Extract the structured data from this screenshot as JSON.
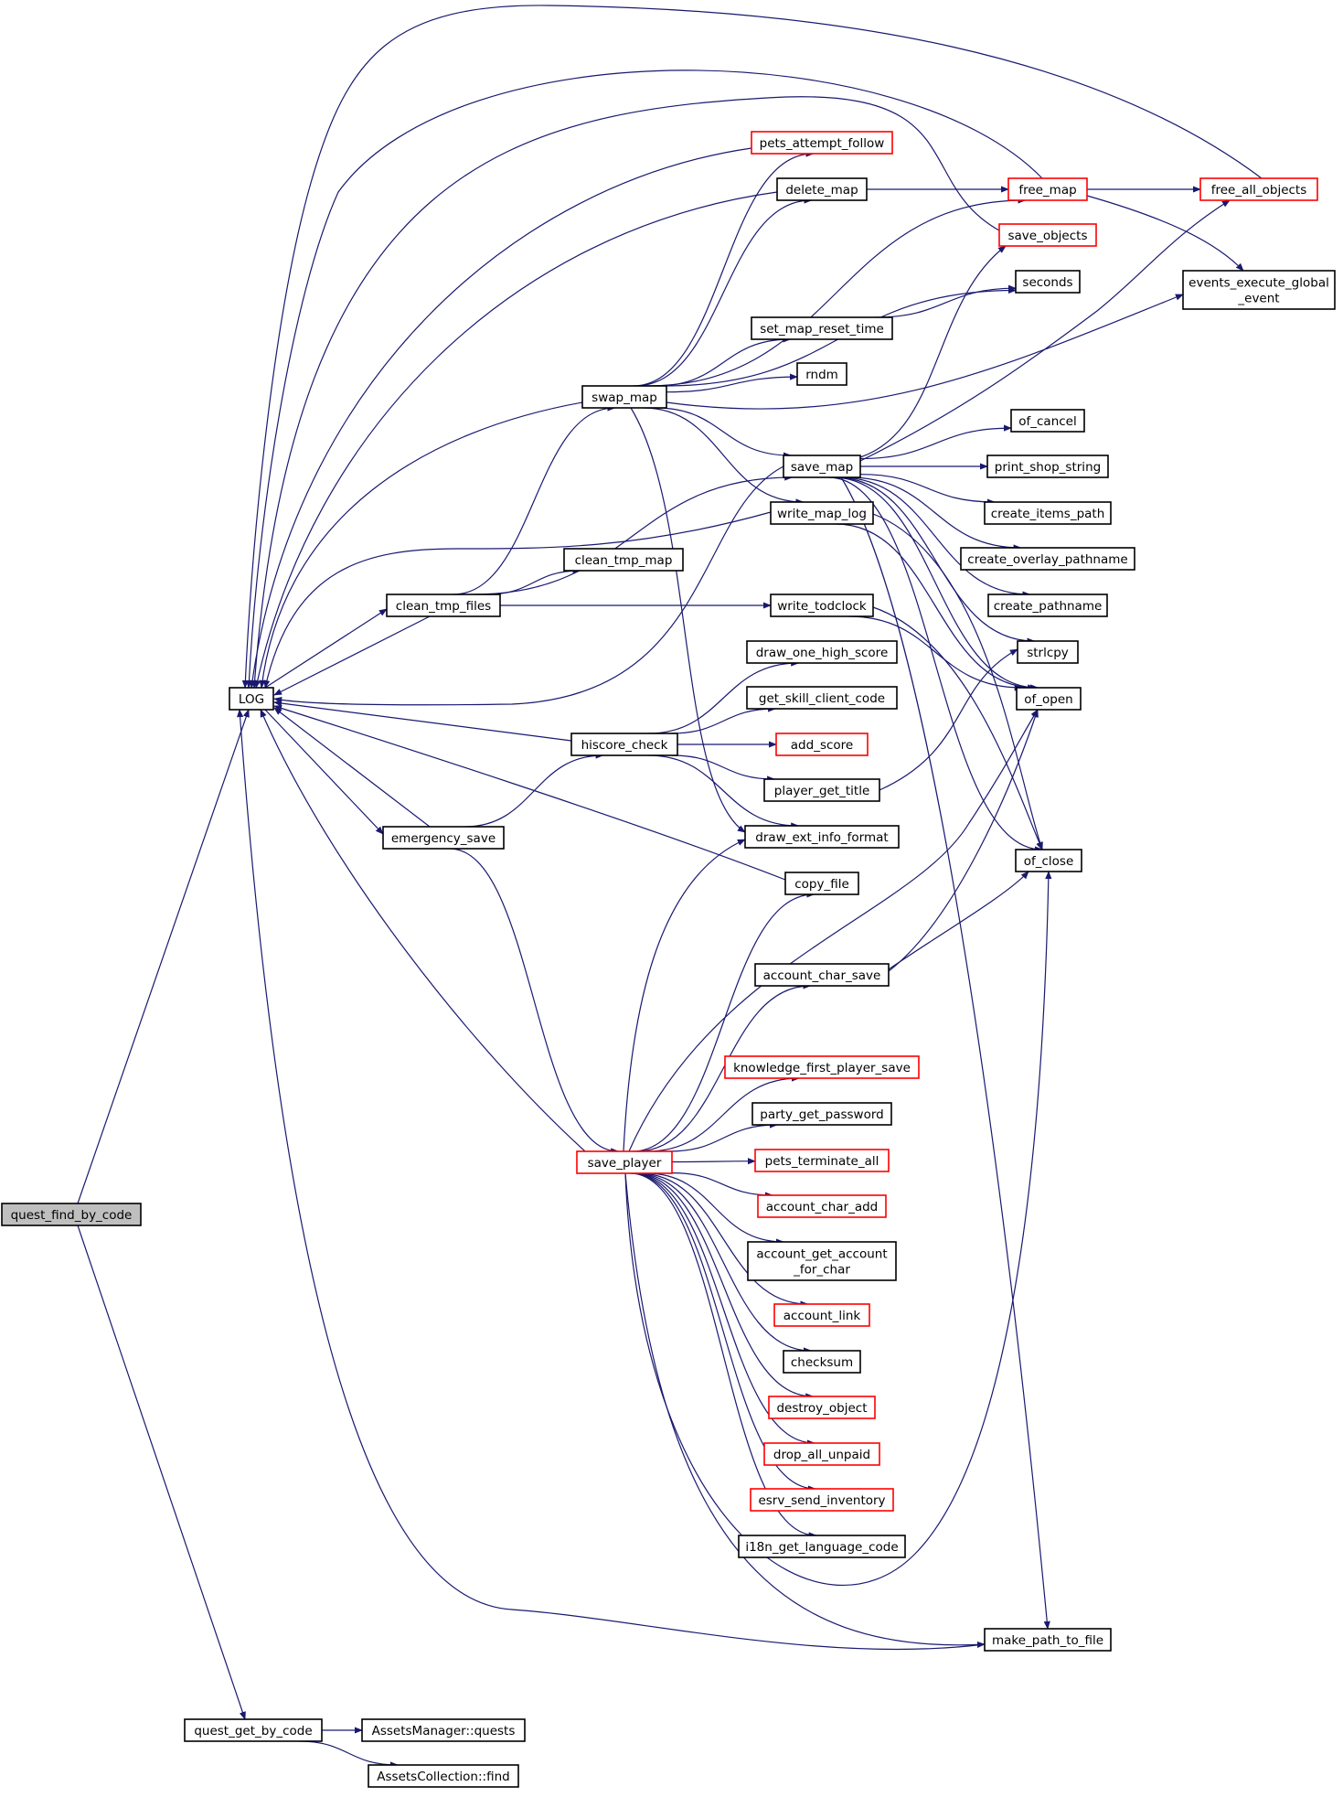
{
  "colors": {
    "edge": "#191970",
    "node_border": "#000000",
    "node_border_truncated": "#ff0000",
    "node_fill": "#ffffff",
    "root_fill": "#bfbfbf",
    "background": "#ffffff"
  },
  "nodes": [
    {
      "id": "quest_find_by_code",
      "lines": [
        "quest_find_by_code"
      ],
      "root": true
    },
    {
      "id": "LOG",
      "lines": [
        "LOG"
      ]
    },
    {
      "id": "quest_get_by_code",
      "lines": [
        "quest_get_by_code"
      ]
    },
    {
      "id": "AssetsManager_quests",
      "lines": [
        "AssetsManager::quests"
      ]
    },
    {
      "id": "AssetsCollection_find",
      "lines": [
        "AssetsCollection::find"
      ]
    },
    {
      "id": "clean_tmp_files",
      "lines": [
        "clean_tmp_files"
      ]
    },
    {
      "id": "emergency_save",
      "lines": [
        "emergency_save"
      ]
    },
    {
      "id": "swap_map",
      "lines": [
        "swap_map"
      ]
    },
    {
      "id": "clean_tmp_map",
      "lines": [
        "clean_tmp_map"
      ]
    },
    {
      "id": "hiscore_check",
      "lines": [
        "hiscore_check"
      ]
    },
    {
      "id": "save_player",
      "lines": [
        "save_player"
      ],
      "truncated": true
    },
    {
      "id": "pets_attempt_follow",
      "lines": [
        "pets_attempt_follow"
      ],
      "truncated": true
    },
    {
      "id": "delete_map",
      "lines": [
        "delete_map"
      ]
    },
    {
      "id": "set_map_reset_time",
      "lines": [
        "set_map_reset_time"
      ]
    },
    {
      "id": "rndm",
      "lines": [
        "rndm"
      ]
    },
    {
      "id": "save_map",
      "lines": [
        "save_map"
      ]
    },
    {
      "id": "write_map_log",
      "lines": [
        "write_map_log"
      ]
    },
    {
      "id": "write_todclock",
      "lines": [
        "write_todclock"
      ]
    },
    {
      "id": "draw_one_high_score",
      "lines": [
        "draw_one_high_score"
      ]
    },
    {
      "id": "get_skill_client_code",
      "lines": [
        "get_skill_client_code"
      ]
    },
    {
      "id": "add_score",
      "lines": [
        "add_score"
      ],
      "truncated": true
    },
    {
      "id": "player_get_title",
      "lines": [
        "player_get_title"
      ]
    },
    {
      "id": "draw_ext_info_format",
      "lines": [
        "draw_ext_info_format"
      ]
    },
    {
      "id": "copy_file",
      "lines": [
        "copy_file"
      ]
    },
    {
      "id": "account_char_save",
      "lines": [
        "account_char_save"
      ]
    },
    {
      "id": "knowledge_first_player_save",
      "lines": [
        "knowledge_first_player_save"
      ],
      "truncated": true
    },
    {
      "id": "party_get_password",
      "lines": [
        "party_get_password"
      ]
    },
    {
      "id": "pets_terminate_all",
      "lines": [
        "pets_terminate_all"
      ],
      "truncated": true
    },
    {
      "id": "account_char_add",
      "lines": [
        "account_char_add"
      ],
      "truncated": true
    },
    {
      "id": "account_get_account_for_char",
      "lines": [
        "account_get_account",
        "_for_char"
      ]
    },
    {
      "id": "account_link",
      "lines": [
        "account_link"
      ],
      "truncated": true
    },
    {
      "id": "checksum",
      "lines": [
        "checksum"
      ]
    },
    {
      "id": "destroy_object",
      "lines": [
        "destroy_object"
      ],
      "truncated": true
    },
    {
      "id": "drop_all_unpaid",
      "lines": [
        "drop_all_unpaid"
      ],
      "truncated": true
    },
    {
      "id": "esrv_send_inventory",
      "lines": [
        "esrv_send_inventory"
      ],
      "truncated": true
    },
    {
      "id": "i18n_get_language_code",
      "lines": [
        "i18n_get_language_code"
      ]
    },
    {
      "id": "free_map",
      "lines": [
        "free_map"
      ],
      "truncated": true
    },
    {
      "id": "save_objects",
      "lines": [
        "save_objects"
      ],
      "truncated": true
    },
    {
      "id": "seconds",
      "lines": [
        "seconds"
      ]
    },
    {
      "id": "of_cancel",
      "lines": [
        "of_cancel"
      ]
    },
    {
      "id": "print_shop_string",
      "lines": [
        "print_shop_string"
      ]
    },
    {
      "id": "create_items_path",
      "lines": [
        "create_items_path"
      ]
    },
    {
      "id": "create_overlay_pathname",
      "lines": [
        "create_overlay_pathname"
      ]
    },
    {
      "id": "create_pathname",
      "lines": [
        "create_pathname"
      ]
    },
    {
      "id": "strlcpy",
      "lines": [
        "strlcpy"
      ]
    },
    {
      "id": "of_open",
      "lines": [
        "of_open"
      ]
    },
    {
      "id": "of_close",
      "lines": [
        "of_close"
      ]
    },
    {
      "id": "make_path_to_file",
      "lines": [
        "make_path_to_file"
      ]
    },
    {
      "id": "free_all_objects",
      "lines": [
        "free_all_objects"
      ],
      "truncated": true
    },
    {
      "id": "events_execute_global_event",
      "lines": [
        "events_execute_global",
        "_event"
      ]
    }
  ],
  "edges": [
    [
      "quest_find_by_code",
      "LOG"
    ],
    [
      "quest_find_by_code",
      "quest_get_by_code"
    ],
    [
      "quest_get_by_code",
      "AssetsManager_quests"
    ],
    [
      "quest_get_by_code",
      "AssetsCollection_find"
    ],
    [
      "LOG",
      "clean_tmp_files"
    ],
    [
      "LOG",
      "emergency_save"
    ],
    [
      "clean_tmp_files",
      "LOG"
    ],
    [
      "clean_tmp_files",
      "swap_map"
    ],
    [
      "clean_tmp_files",
      "clean_tmp_map"
    ],
    [
      "clean_tmp_files",
      "save_map"
    ],
    [
      "clean_tmp_files",
      "write_todclock"
    ],
    [
      "emergency_save",
      "LOG"
    ],
    [
      "emergency_save",
      "hiscore_check"
    ],
    [
      "emergency_save",
      "save_player"
    ],
    [
      "swap_map",
      "LOG"
    ],
    [
      "swap_map",
      "pets_attempt_follow"
    ],
    [
      "swap_map",
      "delete_map"
    ],
    [
      "swap_map",
      "free_map"
    ],
    [
      "swap_map",
      "seconds"
    ],
    [
      "swap_map",
      "set_map_reset_time"
    ],
    [
      "swap_map",
      "rndm"
    ],
    [
      "swap_map",
      "events_execute_global_event"
    ],
    [
      "swap_map",
      "save_map"
    ],
    [
      "swap_map",
      "write_map_log"
    ],
    [
      "swap_map",
      "draw_ext_info_format"
    ],
    [
      "hiscore_check",
      "LOG"
    ],
    [
      "hiscore_check",
      "draw_one_high_score"
    ],
    [
      "hiscore_check",
      "get_skill_client_code"
    ],
    [
      "hiscore_check",
      "add_score"
    ],
    [
      "hiscore_check",
      "player_get_title"
    ],
    [
      "hiscore_check",
      "draw_ext_info_format"
    ],
    [
      "save_player",
      "LOG"
    ],
    [
      "save_player",
      "draw_ext_info_format"
    ],
    [
      "save_player",
      "copy_file"
    ],
    [
      "save_player",
      "account_char_save"
    ],
    [
      "save_player",
      "knowledge_first_player_save"
    ],
    [
      "save_player",
      "party_get_password"
    ],
    [
      "save_player",
      "pets_terminate_all"
    ],
    [
      "save_player",
      "account_char_add"
    ],
    [
      "save_player",
      "account_get_account_for_char"
    ],
    [
      "save_player",
      "account_link"
    ],
    [
      "save_player",
      "checksum"
    ],
    [
      "save_player",
      "destroy_object"
    ],
    [
      "save_player",
      "drop_all_unpaid"
    ],
    [
      "save_player",
      "esrv_send_inventory"
    ],
    [
      "save_player",
      "i18n_get_language_code"
    ],
    [
      "save_player",
      "of_open"
    ],
    [
      "save_player",
      "of_close"
    ],
    [
      "save_player",
      "make_path_to_file"
    ],
    [
      "delete_map",
      "LOG"
    ],
    [
      "delete_map",
      "free_map"
    ],
    [
      "pets_attempt_follow",
      "LOG"
    ],
    [
      "free_map",
      "LOG"
    ],
    [
      "free_map",
      "free_all_objects"
    ],
    [
      "free_map",
      "events_execute_global_event"
    ],
    [
      "free_all_objects",
      "LOG"
    ],
    [
      "save_objects",
      "LOG"
    ],
    [
      "set_map_reset_time",
      "seconds"
    ],
    [
      "save_map",
      "LOG"
    ],
    [
      "save_map",
      "save_objects"
    ],
    [
      "save_map",
      "free_all_objects"
    ],
    [
      "save_map",
      "of_cancel"
    ],
    [
      "save_map",
      "print_shop_string"
    ],
    [
      "save_map",
      "create_items_path"
    ],
    [
      "save_map",
      "create_overlay_pathname"
    ],
    [
      "save_map",
      "create_pathname"
    ],
    [
      "save_map",
      "strlcpy"
    ],
    [
      "save_map",
      "of_open"
    ],
    [
      "save_map",
      "of_close"
    ],
    [
      "save_map",
      "make_path_to_file"
    ],
    [
      "write_map_log",
      "LOG"
    ],
    [
      "write_map_log",
      "of_open"
    ],
    [
      "write_map_log",
      "of_close"
    ],
    [
      "write_todclock",
      "of_open"
    ],
    [
      "write_todclock",
      "of_close"
    ],
    [
      "player_get_title",
      "strlcpy"
    ],
    [
      "copy_file",
      "LOG"
    ],
    [
      "account_char_save",
      "of_open"
    ],
    [
      "account_char_save",
      "of_close"
    ],
    [
      "make_path_to_file",
      "LOG"
    ]
  ]
}
